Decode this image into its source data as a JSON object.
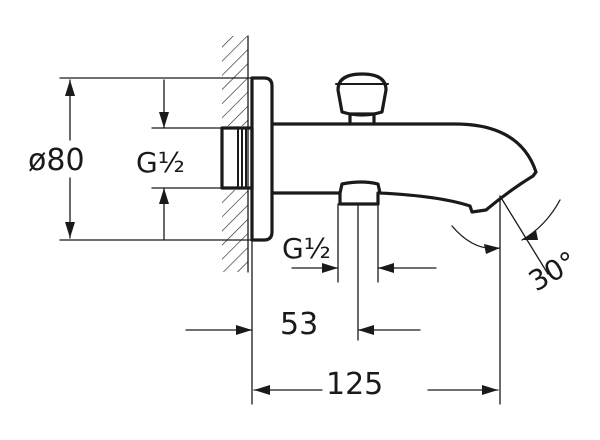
{
  "labels": {
    "diameter": "ø80",
    "thread_wall": "G½",
    "thread_outlet": "G½",
    "dim_spout_offset": "53",
    "dim_total_length": "125",
    "angle": "30°"
  }
}
